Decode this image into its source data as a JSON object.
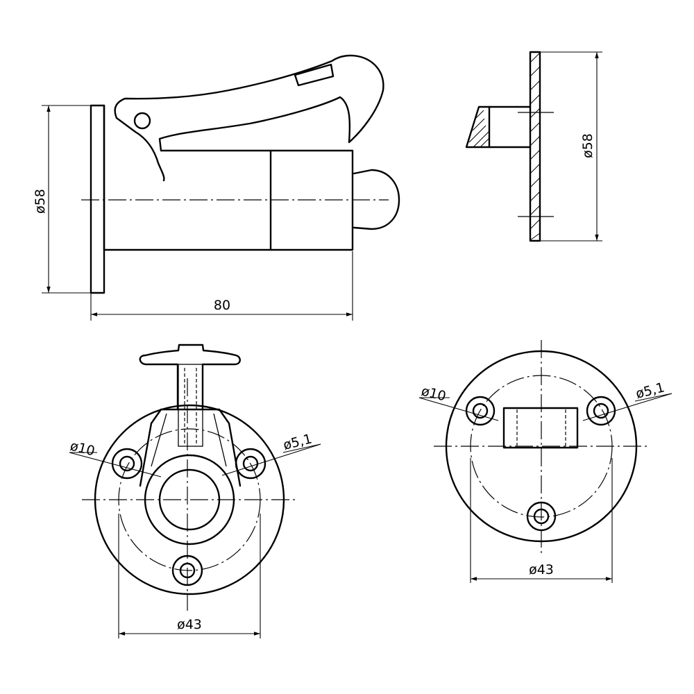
{
  "front_view": {
    "dim_diameter": "ø58",
    "dim_length": "80"
  },
  "side_view": {
    "dim_diameter": "ø58"
  },
  "bottom_left_view": {
    "dim_hole": "ø10",
    "dim_bore": "ø5,1",
    "dim_pcd": "ø43"
  },
  "bottom_right_view": {
    "dim_hole": "ø10",
    "dim_bore": "ø5,1",
    "dim_pcd": "ø43"
  }
}
